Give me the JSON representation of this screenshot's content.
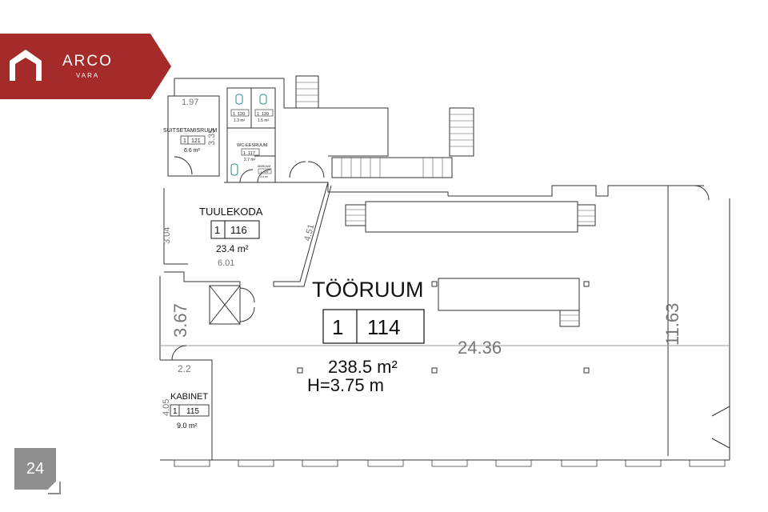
{
  "brand": {
    "name": "ARCO",
    "sub": "VARA",
    "color": "#a52a2a"
  },
  "page_number": "24",
  "rooms": {
    "suitsetamisruum": {
      "name": "SUITSETAMISRUUM",
      "code": "1",
      "number": "121",
      "area": "6.6 m²"
    },
    "wc1": {
      "code": "1",
      "number": "120",
      "area": "1.3 m²"
    },
    "wc2": {
      "code": "1",
      "number": "139",
      "area": "1.5 m²"
    },
    "wc_eesruum": {
      "name": "WC-EESRUUM",
      "code": "1",
      "number": "117",
      "area": "2.7 m²"
    },
    "small_room": {
      "name": "ABIRUUM",
      "code": "1",
      "number": "119",
      "area": "3.4 m²"
    },
    "tuulekoda": {
      "name": "TUULEKODA",
      "code": "1",
      "number": "116",
      "area": "23.4 m²"
    },
    "tooruum": {
      "name": "TÖÖRUUM",
      "code": "1",
      "number": "114",
      "area": "238.5 m²",
      "height": "H=3.75 m"
    },
    "kabinet": {
      "name": "KABINET",
      "code": "1",
      "number": "115",
      "area": "9.0 m²"
    }
  },
  "dimensions": {
    "d_1_97": "1.97",
    "d_3_35": "3.35",
    "d_3_04": "3.04",
    "d_6_01": "6.01",
    "d_4_51": "4.51",
    "d_3_67": "3.67",
    "d_2_2": "2.2",
    "d_4_05": "4.05",
    "d_24_36": "24.36",
    "d_11_63": "11.63"
  }
}
